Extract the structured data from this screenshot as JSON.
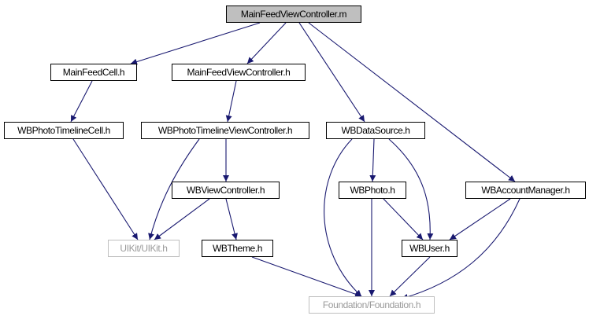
{
  "colors": {
    "edge": "#191970",
    "root_fill": "#bfbfbf",
    "external_border": "#bfbfbf"
  },
  "nodes": {
    "main_feed_view_controller_m": "MainFeedViewController.m",
    "main_feed_cell_h": "MainFeedCell.h",
    "main_feed_view_controller_h": "MainFeedViewController.h",
    "wb_photo_timeline_cell_h": "WBPhotoTimelineCell.h",
    "wb_photo_timeline_view_controller_h": "WBPhotoTimelineViewController.h",
    "wb_data_source_h": "WBDataSource.h",
    "wb_view_controller_h": "WBViewController.h",
    "wb_photo_h": "WBPhoto.h",
    "wb_account_manager_h": "WBAccountManager.h",
    "uikit_h": "UIKit/UIKit.h",
    "wb_theme_h": "WBTheme.h",
    "wb_user_h": "WBUser.h",
    "foundation_h": "Foundation/Foundation.h"
  },
  "edges": [
    [
      "main_feed_view_controller_m",
      "main_feed_cell_h"
    ],
    [
      "main_feed_view_controller_m",
      "main_feed_view_controller_h"
    ],
    [
      "main_feed_view_controller_m",
      "wb_data_source_h"
    ],
    [
      "main_feed_view_controller_m",
      "wb_account_manager_h"
    ],
    [
      "main_feed_cell_h",
      "wb_photo_timeline_cell_h"
    ],
    [
      "main_feed_view_controller_h",
      "wb_photo_timeline_view_controller_h"
    ],
    [
      "wb_photo_timeline_cell_h",
      "uikit_h"
    ],
    [
      "wb_photo_timeline_view_controller_h",
      "uikit_h"
    ],
    [
      "wb_photo_timeline_view_controller_h",
      "wb_view_controller_h"
    ],
    [
      "wb_view_controller_h",
      "uikit_h"
    ],
    [
      "wb_view_controller_h",
      "wb_theme_h"
    ],
    [
      "wb_theme_h",
      "foundation_h"
    ],
    [
      "wb_data_source_h",
      "wb_photo_h"
    ],
    [
      "wb_data_source_h",
      "foundation_h"
    ],
    [
      "wb_data_source_h",
      "wb_user_h"
    ],
    [
      "wb_photo_h",
      "foundation_h"
    ],
    [
      "wb_photo_h",
      "wb_user_h"
    ],
    [
      "wb_account_manager_h",
      "wb_user_h"
    ],
    [
      "wb_account_manager_h",
      "foundation_h"
    ],
    [
      "wb_user_h",
      "foundation_h"
    ]
  ]
}
